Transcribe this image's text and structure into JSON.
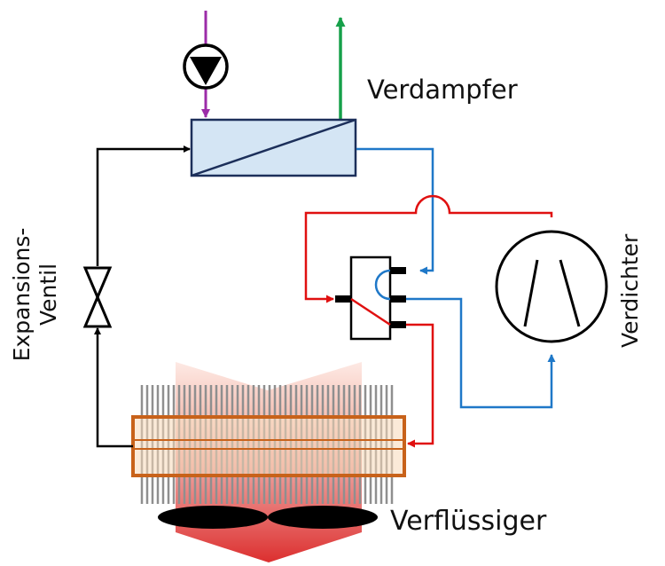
{
  "labels": {
    "evaporator": "Verdampfer",
    "compressor": "Verdichter",
    "expansion_line1": "Expansions-",
    "expansion_line2": "Ventil",
    "condenser": "Verflüssiger"
  },
  "colors": {
    "hot_line": "#e01010",
    "cold_line": "#1f78c8",
    "black_line": "#000000",
    "brine_in": "#9c2ca8",
    "brine_out": "#16a04a",
    "evaporator_fill": "#d4e5f4",
    "evaporator_stroke": "#1c2f5a",
    "condenser_frame": "#c8621a",
    "condenser_fill": "#f5c890",
    "fins": "#8f8f8f",
    "air_flow": "#e03030"
  },
  "icons": {
    "pump": "pump-icon",
    "expansion_valve": "expansion-valve-icon",
    "fan": "fan-icon"
  }
}
